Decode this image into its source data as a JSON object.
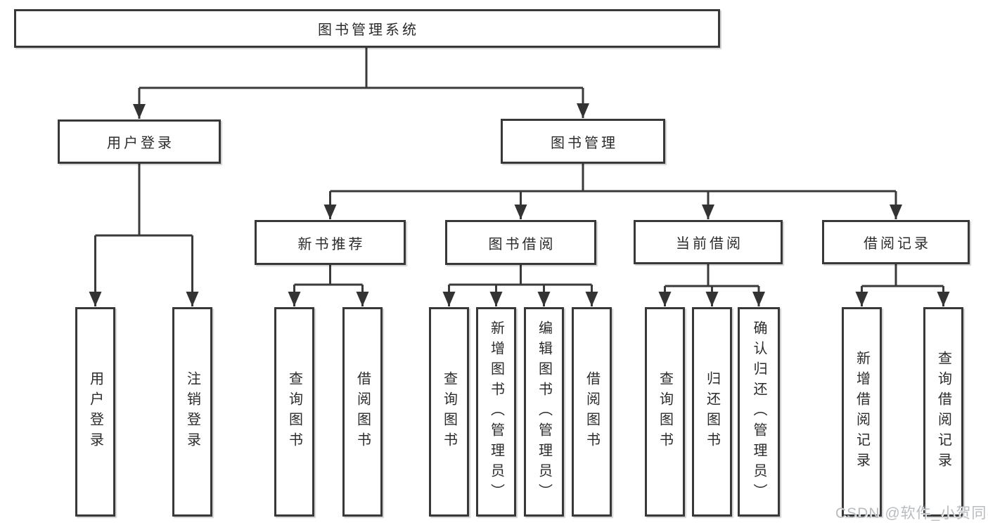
{
  "diagram": {
    "root": {
      "label": "图书管理系统"
    },
    "level2": [
      {
        "label": "用户登录"
      },
      {
        "label": "图书管理"
      }
    ],
    "level3": [
      {
        "label": "新书推荐"
      },
      {
        "label": "图书借阅"
      },
      {
        "label": "当前借阅"
      },
      {
        "label": "借阅记录"
      }
    ],
    "leaves": {
      "user_login": [
        {
          "label": "用户登录"
        },
        {
          "label": "注销登录"
        }
      ],
      "new_book_rec": [
        {
          "label": "查询图书"
        },
        {
          "label": "借阅图书"
        }
      ],
      "book_borrow": [
        {
          "label": "查询图书"
        },
        {
          "label": "新增图书（管理员）"
        },
        {
          "label": "编辑图书（管理员）"
        },
        {
          "label": "借阅图书"
        }
      ],
      "current_borrow": [
        {
          "label": "查询图书"
        },
        {
          "label": "归还图书"
        },
        {
          "label": "确认归还（管理员）"
        }
      ],
      "borrow_record": [
        {
          "label": "新增借阅记录"
        },
        {
          "label": "查询借阅记录"
        }
      ]
    },
    "watermark": "CSDN @软件_小贺同学",
    "colors": {
      "line": "#3a3a3a",
      "text": "#2b2b2b",
      "watermark": "#b9bcbf",
      "background": "#ffffff"
    }
  }
}
